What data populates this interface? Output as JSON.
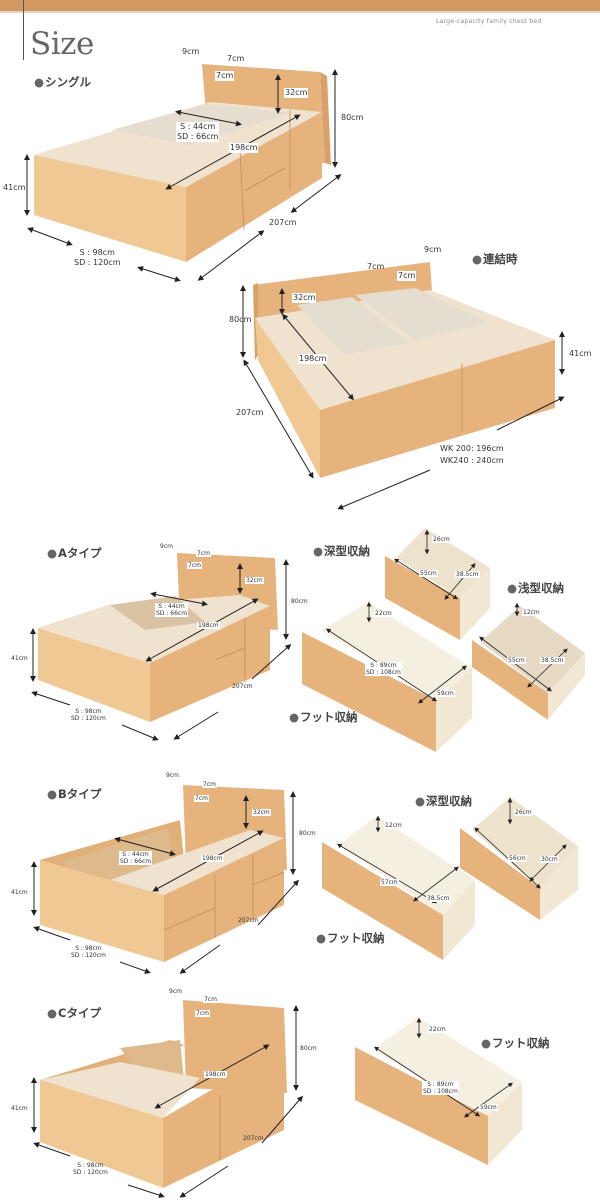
{
  "header": {
    "title": "Size",
    "subtitle": "Large-capacity family chest bed",
    "bar_color": "#d29a62"
  },
  "single": {
    "label": "シングル",
    "dims": {
      "depth_9": "9cm",
      "shelf_7a": "7cm",
      "shelf_7b": "7cm",
      "headboard_32": "32cm",
      "height_80": "80cm",
      "height_41": "41cm",
      "inner_s": "S : 44cm",
      "inner_sd": "SD : 66cm",
      "length_198": "198cm",
      "total_207": "207cm",
      "width_s": "S : 98cm",
      "width_sd": "SD : 120cm"
    }
  },
  "connected": {
    "label": "連結時",
    "dims": {
      "depth_9": "9cm",
      "shelf_7a": "7cm",
      "shelf_7b": "7cm",
      "headboard_32": "32cm",
      "height_80": "80cm",
      "height_41": "41cm",
      "length_198": "198cm",
      "total_207": "207cm",
      "wk200": "WK 200: 196cm",
      "wk240": "WK240 : 240cm"
    }
  },
  "type_a": {
    "label": "Aタイプ",
    "dims": {
      "depth_9": "9cm",
      "shelf_7a": "7cm",
      "shelf_7b": "7cm",
      "headboard_32": "32cm",
      "height_80": "80cm",
      "height_41": "41cm",
      "inner_s": "S : 44cm",
      "inner_sd": "SD : 66cm",
      "length_198": "198cm",
      "total_207": "207cm",
      "width_s": "S : 98cm",
      "width_sd": "SD : 120cm"
    },
    "drawers": {
      "deep": {
        "label": "深型収納",
        "height": "26cm",
        "length": "55cm",
        "width": "38.5cm"
      },
      "shallow": {
        "label": "浅型収納",
        "height": "12cm",
        "length": "55cm",
        "width": "38.5cm"
      },
      "foot": {
        "label": "フット収納",
        "height": "22cm",
        "length_s": "S : 89cm",
        "length_sd": "SD : 108cm",
        "width": "59cm"
      }
    }
  },
  "type_b": {
    "label": "Bタイプ",
    "dims": {
      "depth_9": "9cm",
      "shelf_7a": "7cm",
      "shelf_7b": "7cm",
      "headboard_32": "32cm",
      "height_80": "80cm",
      "height_41": "41cm",
      "inner_s": "S : 44cm",
      "inner_sd": "SD : 66cm",
      "length_198": "198cm",
      "total_207": "207cm",
      "width_s": "S : 98cm",
      "width_sd": "SD : 120cm"
    },
    "drawers": {
      "deep": {
        "label": "深型収納",
        "height": "26cm",
        "length": "56cm",
        "width": "30cm"
      },
      "foot": {
        "label": "フット収納",
        "height": "12cm",
        "length": "57cm",
        "width": "38.5cm"
      }
    }
  },
  "type_c": {
    "label": "Cタイプ",
    "dims": {
      "depth_9": "9cm",
      "shelf_7a": "7cm",
      "shelf_7b": "7cm",
      "height_80": "80cm",
      "height_41": "41cm",
      "length_198": "198cm",
      "total_207": "207cm",
      "width_s": "S : 98cm",
      "width_sd": "SD : 120cm"
    },
    "drawers": {
      "foot": {
        "label": "フット収納",
        "height": "22cm",
        "length_s": "S : 89cm",
        "length_sd": "SD : 108cm",
        "width": "59cm"
      }
    }
  },
  "colors": {
    "wood_light": "#f0c893",
    "wood_mid": "#e6b37c",
    "wood_dark": "#d8a06a",
    "board_top": "#efe2cf",
    "panel": "#e9e2d8",
    "drawer_inside": "#f5efe2"
  }
}
